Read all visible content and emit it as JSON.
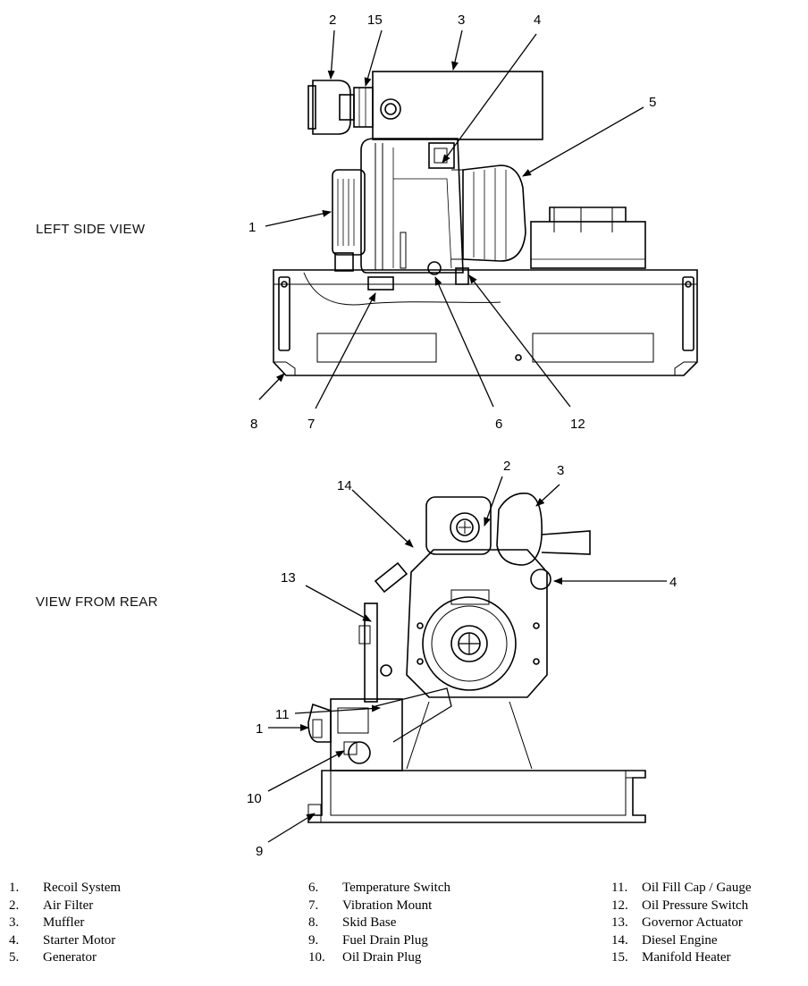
{
  "views": {
    "left_side": "LEFT SIDE VIEW",
    "rear": "VIEW FROM REAR"
  },
  "callouts_left": [
    "2",
    "15",
    "3",
    "4",
    "5",
    "1",
    "8",
    "7",
    "6",
    "12"
  ],
  "callouts_rear": [
    "2",
    "3",
    "14",
    "13",
    "4",
    "11",
    "1",
    "10",
    "9"
  ],
  "legend": {
    "col1": [
      {
        "num": "1.",
        "label": "Recoil System"
      },
      {
        "num": "2.",
        "label": "Air Filter"
      },
      {
        "num": "3.",
        "label": "Muffler"
      },
      {
        "num": "4.",
        "label": "Starter Motor"
      },
      {
        "num": "5.",
        "label": "Generator"
      }
    ],
    "col2": [
      {
        "num": "6.",
        "label": "Temperature Switch"
      },
      {
        "num": "7.",
        "label": "Vibration Mount"
      },
      {
        "num": "8.",
        "label": "Skid Base"
      },
      {
        "num": "9.",
        "label": "Fuel Drain Plug"
      },
      {
        "num": "10.",
        "label": "Oil Drain Plug"
      }
    ],
    "col3": [
      {
        "num": "11.",
        "label": "Oil Fill Cap / Gauge"
      },
      {
        "num": "12.",
        "label": "Oil Pressure Switch"
      },
      {
        "num": "13.",
        "label": "Governor Actuator"
      },
      {
        "num": "14.",
        "label": "Diesel Engine"
      },
      {
        "num": "15.",
        "label": "Manifold Heater"
      }
    ]
  }
}
